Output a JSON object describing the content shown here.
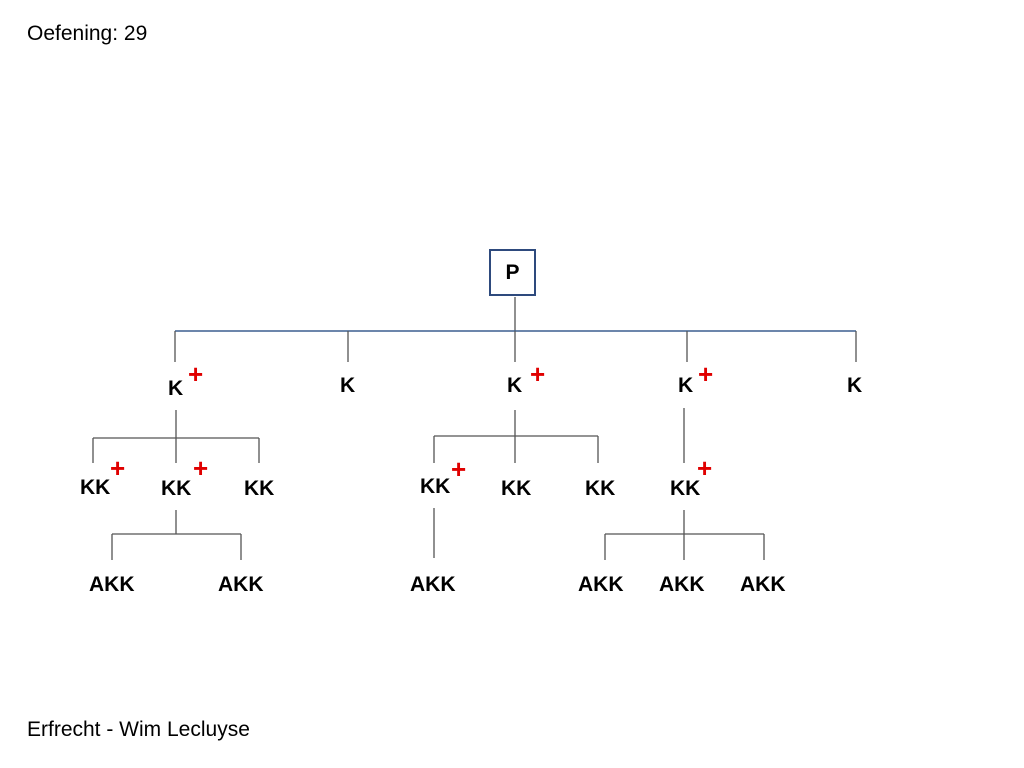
{
  "title": "Oefening: 29",
  "footer": "Erfrecht - Wim Lecluyse",
  "colors": {
    "line_blue": "#3b5f8f",
    "box_border": "#2e4a7d",
    "plus_red": "#e00000"
  },
  "tree": {
    "root": "P",
    "children": [
      {
        "label": "K",
        "marked": true
      },
      {
        "label": "K",
        "marked": false
      },
      {
        "label": "K",
        "marked": true
      },
      {
        "label": "K",
        "marked": true
      },
      {
        "label": "K",
        "marked": false
      }
    ],
    "grandchildren": [
      {
        "label": "KK",
        "marked": true
      },
      {
        "label": "KK",
        "marked": true
      },
      {
        "label": "KK",
        "marked": false
      },
      {
        "label": "KK",
        "marked": true
      },
      {
        "label": "KK",
        "marked": false
      },
      {
        "label": "KK",
        "marked": false
      },
      {
        "label": "KK",
        "marked": true
      }
    ],
    "great_grandchildren": [
      {
        "label": "AKK"
      },
      {
        "label": "AKK"
      },
      {
        "label": "AKK"
      },
      {
        "label": "AKK"
      },
      {
        "label": "AKK"
      },
      {
        "label": "AKK"
      }
    ],
    "marker": "+"
  }
}
